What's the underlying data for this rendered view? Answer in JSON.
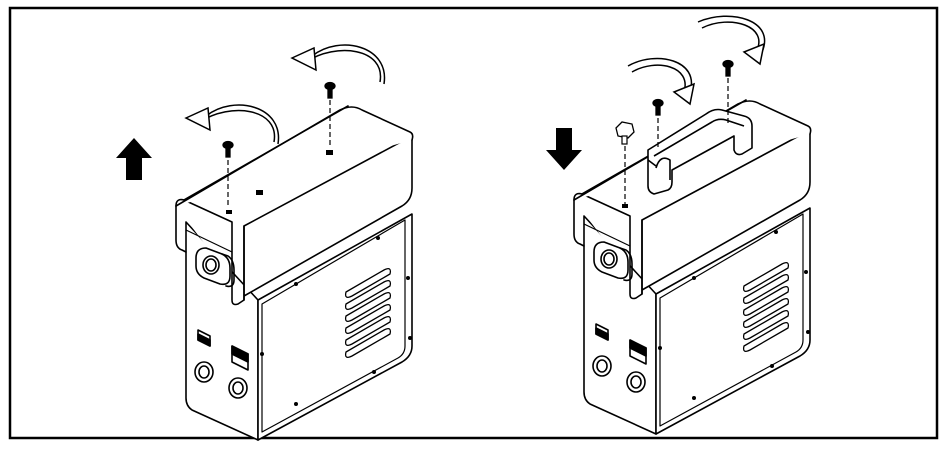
{
  "figure": {
    "panels": [
      {
        "id": "remove",
        "step_direction": "up",
        "arrow": "up-arrow-icon",
        "fasteners": [
          "screw",
          "screw"
        ],
        "handle": false
      },
      {
        "id": "install",
        "step_direction": "down",
        "arrow": "down-arrow-icon",
        "fasteners": [
          "bolt",
          "screw",
          "screw"
        ],
        "handle": true
      }
    ],
    "colors": {
      "line": "#000000",
      "fill": "#ffffff",
      "frame": "#000000"
    }
  }
}
